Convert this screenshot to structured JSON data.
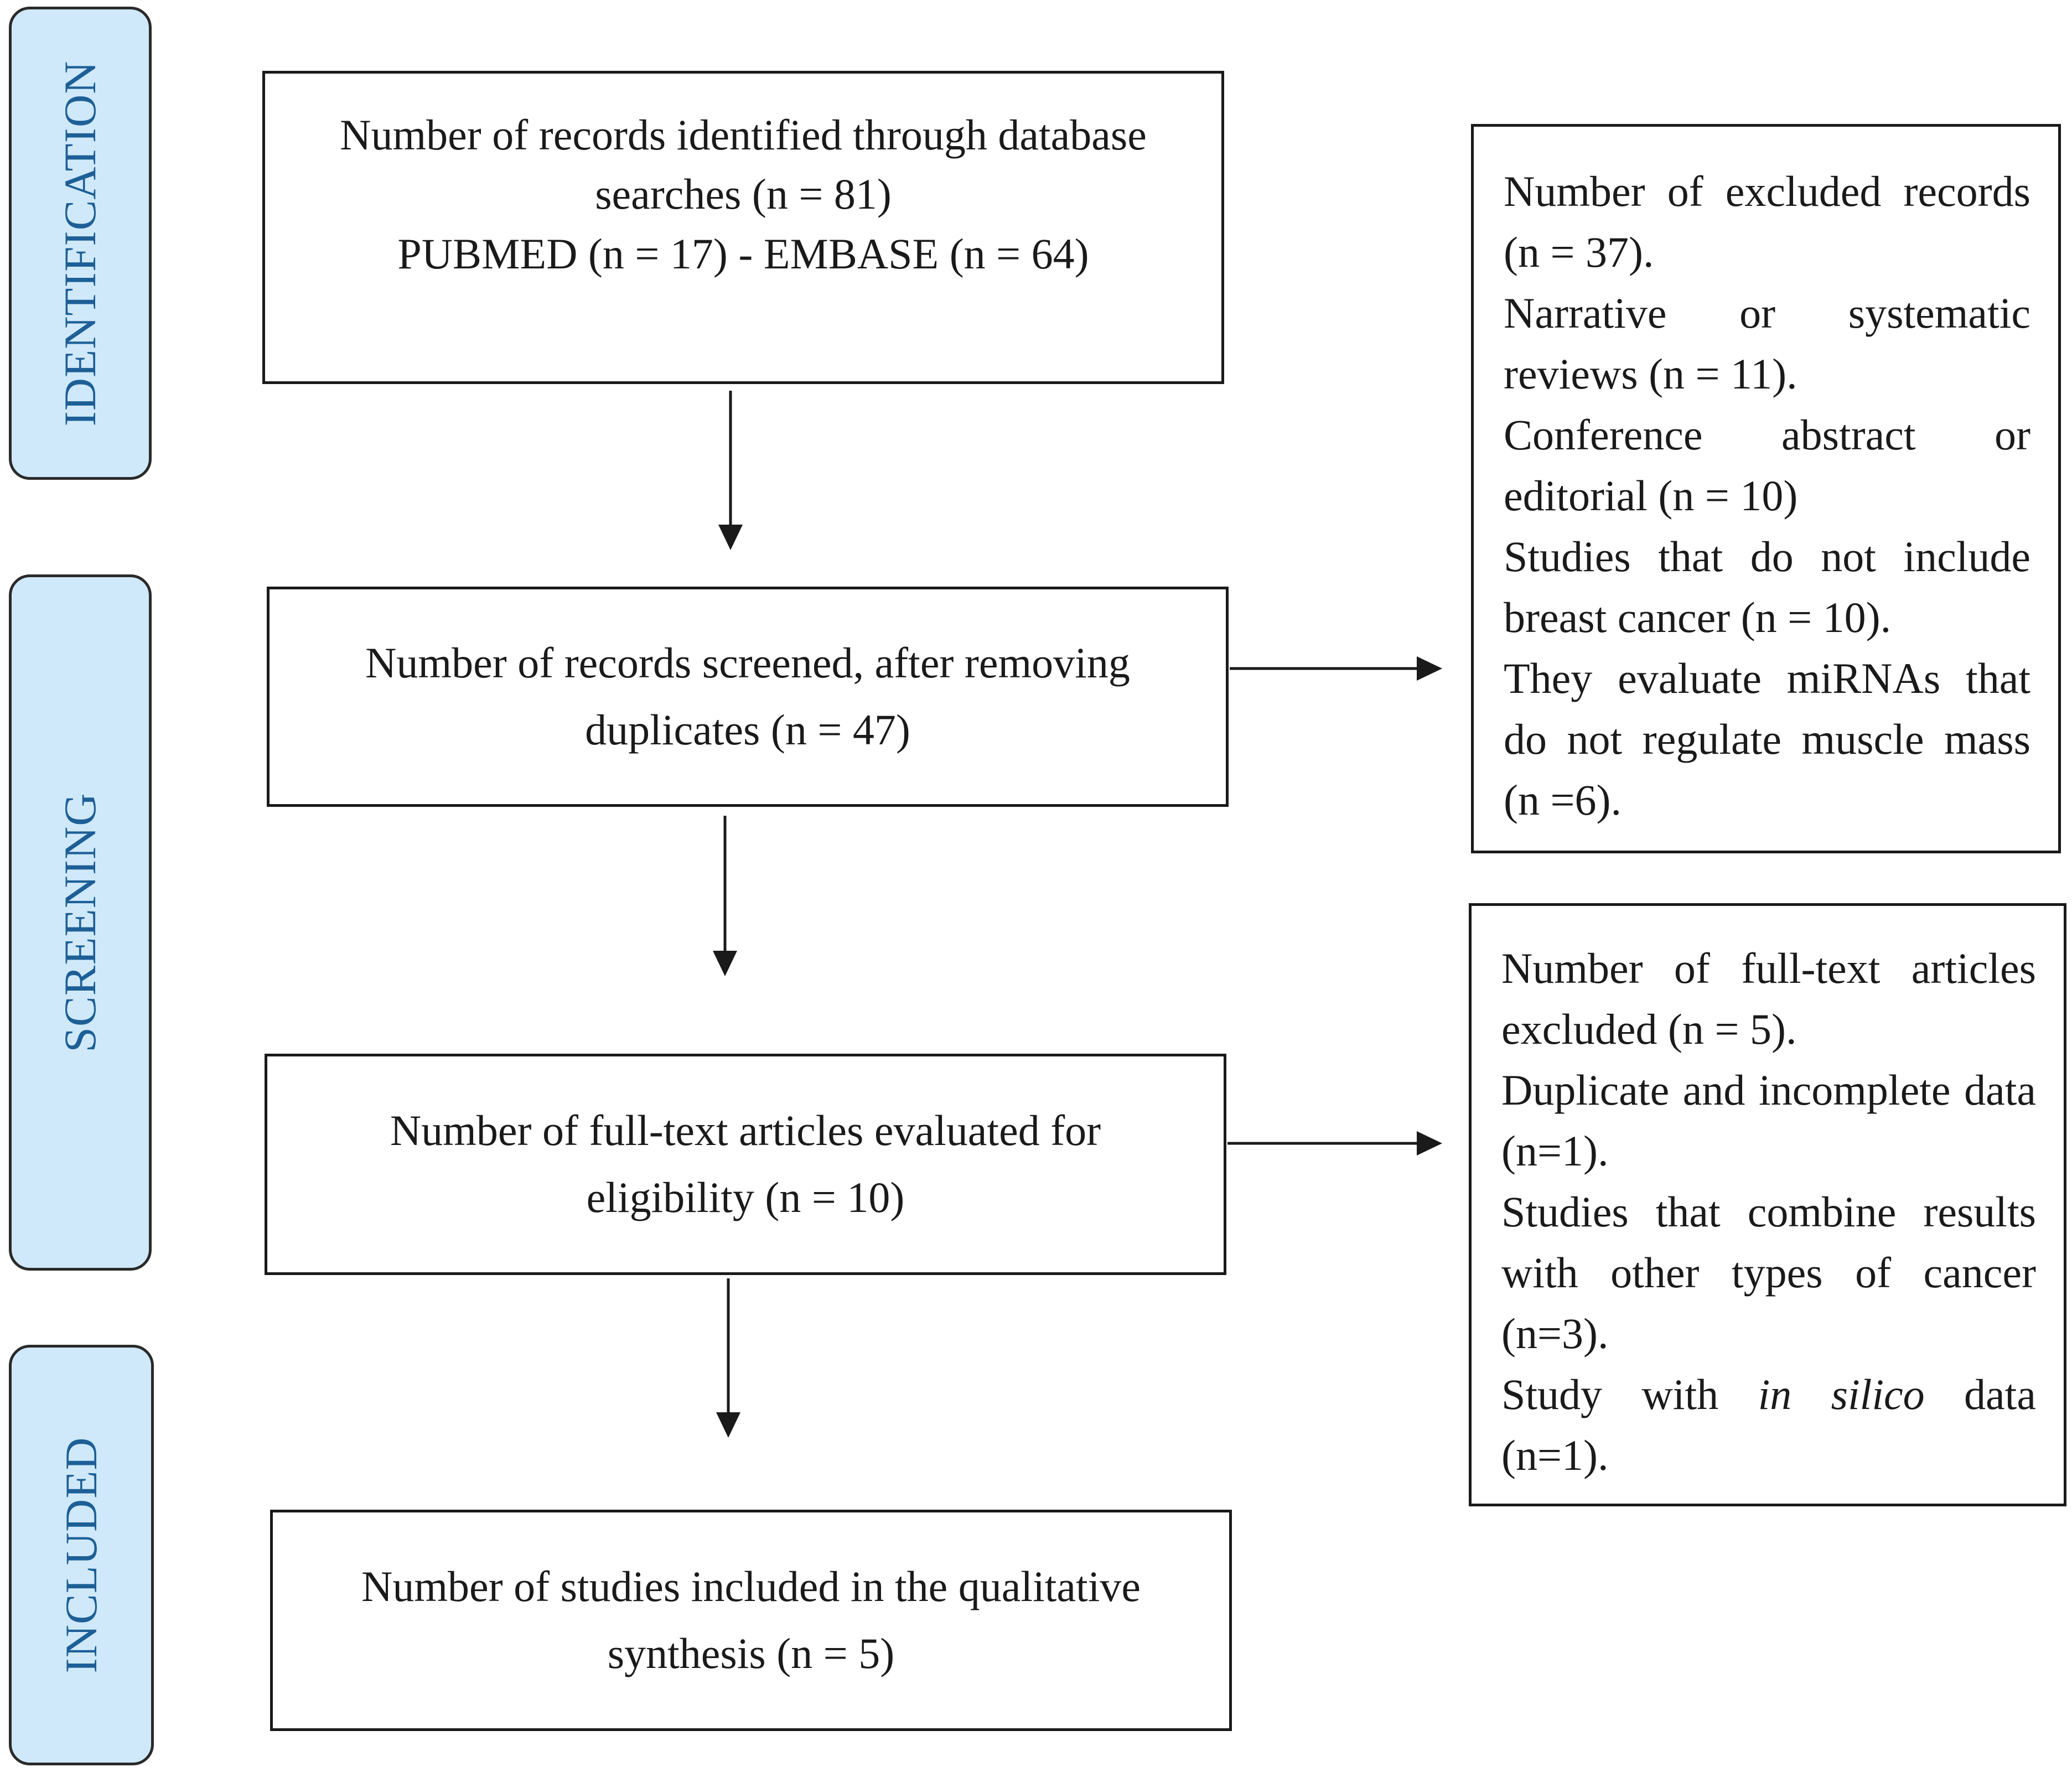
{
  "phases": {
    "identification": "IDENTIFICATION",
    "screening": "SCREENING",
    "included": "INCLUDED"
  },
  "boxes": {
    "identified": {
      "line1": "Number of records identified through database",
      "line2": "searches (n = 81)",
      "line3": "PUBMED (n = 17) - EMBASE (n = 64)"
    },
    "screened": {
      "line1": "Number of records screened, after removing",
      "line2": "duplicates (n = 47)"
    },
    "eligibility": {
      "line1": "Number of full-text articles evaluated for",
      "line2": "eligibility (n = 10)"
    },
    "included": {
      "line1": "Number of studies included in the qualitative",
      "line2": "synthesis (n = 5)"
    }
  },
  "excluded_records": {
    "items": [
      "Number of excluded records (n = 37).",
      "Narrative or systematic reviews (n = 11).",
      "Conference abstract or editorial (n = 10)",
      "Studies that do not include breast cancer (n = 10).",
      "They evaluate miRNAs that do not regulate muscle mass (n =6)."
    ]
  },
  "excluded_fulltext": {
    "items": [
      "Number of full-text articles excluded (n = 5).",
      "Duplicate and incomplete data (n=1).",
      "Studies that combine results with other types of cancer (n=3)."
    ],
    "last_prefix": "Study with ",
    "last_italic": "in silico",
    "last_suffix": " data (n=1)."
  },
  "colors": {
    "phase_fill": "#cfe9fb",
    "phase_text": "#1d5f96",
    "stroke": "#1a1a1a"
  }
}
